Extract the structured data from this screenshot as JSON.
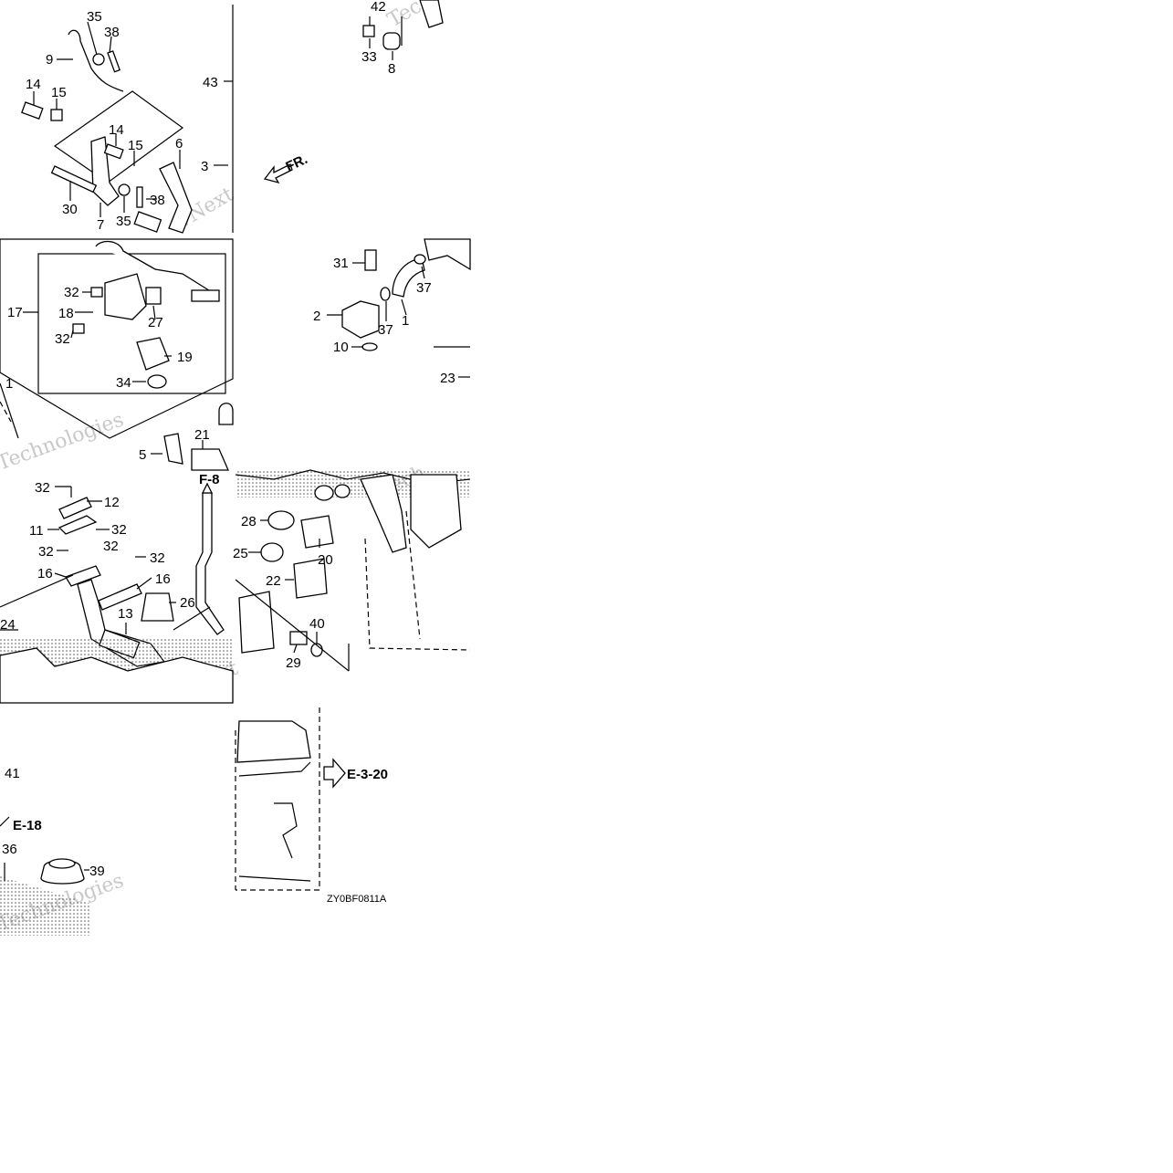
{
  "diagram": {
    "figure_code": "ZY0BF0811A",
    "front_marker": "FR.",
    "watermark_words": [
      "Technologies",
      "vNext",
      "Tech"
    ],
    "references": [
      {
        "id": "ref-f8",
        "text": "F-8"
      },
      {
        "id": "ref-e320",
        "text": "E-3-20"
      },
      {
        "id": "ref-e18",
        "text": "E-18"
      }
    ],
    "callouts": [
      {
        "n": "35"
      },
      {
        "n": "38"
      },
      {
        "n": "9"
      },
      {
        "n": "14"
      },
      {
        "n": "15"
      },
      {
        "n": "14"
      },
      {
        "n": "15"
      },
      {
        "n": "6"
      },
      {
        "n": "3"
      },
      {
        "n": "43"
      },
      {
        "n": "30"
      },
      {
        "n": "7"
      },
      {
        "n": "35"
      },
      {
        "n": "38"
      },
      {
        "n": "42"
      },
      {
        "n": "33"
      },
      {
        "n": "8"
      },
      {
        "n": "17"
      },
      {
        "n": "32"
      },
      {
        "n": "18"
      },
      {
        "n": "32"
      },
      {
        "n": "27"
      },
      {
        "n": "19"
      },
      {
        "n": "34"
      },
      {
        "n": "31"
      },
      {
        "n": "37"
      },
      {
        "n": "2"
      },
      {
        "n": "37"
      },
      {
        "n": "1"
      },
      {
        "n": "10"
      },
      {
        "n": "23"
      },
      {
        "n": "5"
      },
      {
        "n": "21"
      },
      {
        "n": "32"
      },
      {
        "n": "12"
      },
      {
        "n": "11"
      },
      {
        "n": "32"
      },
      {
        "n": "32"
      },
      {
        "n": "32"
      },
      {
        "n": "32"
      },
      {
        "n": "16"
      },
      {
        "n": "16"
      },
      {
        "n": "26"
      },
      {
        "n": "13"
      },
      {
        "n": "24"
      },
      {
        "n": "28"
      },
      {
        "n": "25"
      },
      {
        "n": "20"
      },
      {
        "n": "22"
      },
      {
        "n": "40"
      },
      {
        "n": "29"
      },
      {
        "n": "41"
      },
      {
        "n": "36"
      },
      {
        "n": "39"
      },
      {
        "n": "1"
      }
    ]
  }
}
